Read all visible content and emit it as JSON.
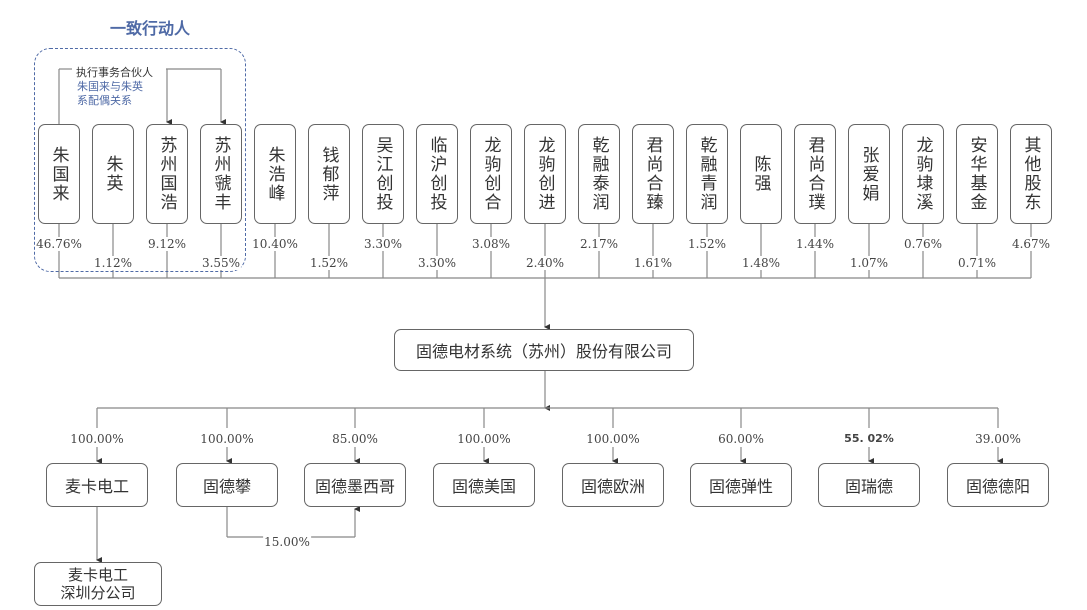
{
  "concert_party": {
    "title": "一致行动人",
    "partner_label": "执行事务合伙人",
    "spouse_note_line1": "朱国来与朱英",
    "spouse_note_line2": "系配偶关系"
  },
  "shareholders": [
    {
      "name": "朱国来",
      "pct": "46.76%"
    },
    {
      "name": "朱英",
      "pct": "1.12%"
    },
    {
      "name": "苏州国浩",
      "pct": "9.12%"
    },
    {
      "name": "苏州虢丰",
      "pct": "3.55%"
    },
    {
      "name": "朱浩峰",
      "pct": "10.40%"
    },
    {
      "name": "钱郁萍",
      "pct": "1.52%"
    },
    {
      "name": "吴江创投",
      "pct": "3.30%"
    },
    {
      "name": "临沪创投",
      "pct": "3.30%"
    },
    {
      "name": "龙驹创合",
      "pct": "3.08%"
    },
    {
      "name": "龙驹创进",
      "pct": "2.40%"
    },
    {
      "name": "乾融泰润",
      "pct": "2.17%"
    },
    {
      "name": "君尚合臻",
      "pct": "1.61%"
    },
    {
      "name": "乾融青润",
      "pct": "1.52%"
    },
    {
      "name": "陈强",
      "pct": "1.48%"
    },
    {
      "name": "君尚合璞",
      "pct": "1.44%"
    },
    {
      "name": "张爱娟",
      "pct": "1.07%"
    },
    {
      "name": "龙驹埭溪",
      "pct": "0.76%"
    },
    {
      "name": "安华基金",
      "pct": "0.71%"
    },
    {
      "name": "其他股东",
      "pct": "4.67%"
    }
  ],
  "company": {
    "name": "固德电材系统（苏州）股份有限公司"
  },
  "subsidiaries": [
    {
      "name": "麦卡电工",
      "pct": "100.00%"
    },
    {
      "name": "固德攀",
      "pct": "100.00%"
    },
    {
      "name": "固德墨西哥",
      "pct": "85.00%"
    },
    {
      "name": "固德美国",
      "pct": "100.00%"
    },
    {
      "name": "固德欧洲",
      "pct": "100.00%"
    },
    {
      "name": "固德弹性",
      "pct": "60.00%"
    },
    {
      "name": "固瑞德",
      "pct": "55. 02%"
    },
    {
      "name": "固德德阳",
      "pct": "39.00%"
    }
  ],
  "cross_holding": {
    "from": "固德攀",
    "to": "固德墨西哥",
    "pct": "15.00%"
  },
  "branch": {
    "line1": "麦卡电工",
    "line2": "深圳分公司"
  }
}
